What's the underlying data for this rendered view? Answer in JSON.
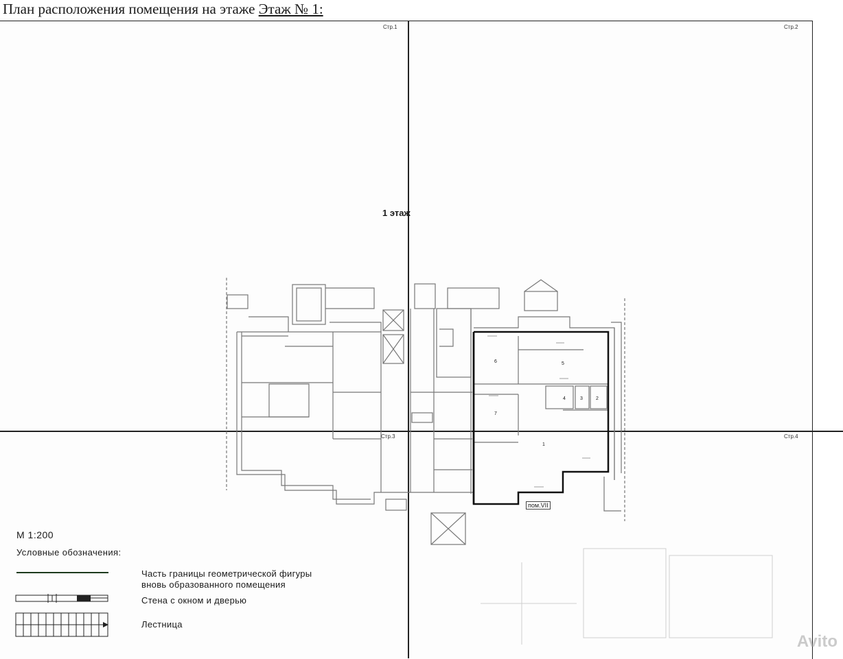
{
  "header": {
    "title_prefix": "План расположения помещения на этаже",
    "floor_name": "Этаж № 1:"
  },
  "sheets": {
    "page1": "Стр.1",
    "page2": "Стр.2",
    "page3": "Стр.3",
    "page4": "Стр.4"
  },
  "plan": {
    "floor_label": "1 этаж",
    "premise_label": "пом.VII",
    "room_numbers": [
      "6",
      "5",
      "4",
      "3",
      "2",
      "1",
      "7"
    ]
  },
  "scale": "М 1:200",
  "legend": {
    "title": "Условные обозначения:",
    "items": [
      {
        "line1": "Часть границы геометрической фигуры",
        "line2": "вновь образованного помещения",
        "icon": "boundary-line-icon"
      },
      {
        "line1": "Стена с окном и дверью",
        "icon": "wall-window-door-icon"
      },
      {
        "line1": "Лестница",
        "icon": "staircase-icon"
      }
    ]
  },
  "watermark": "Avito",
  "colors": {
    "boundary_line": "#1d3b1d",
    "plan_lines": "#666666",
    "highlight_walls": "#111111"
  }
}
